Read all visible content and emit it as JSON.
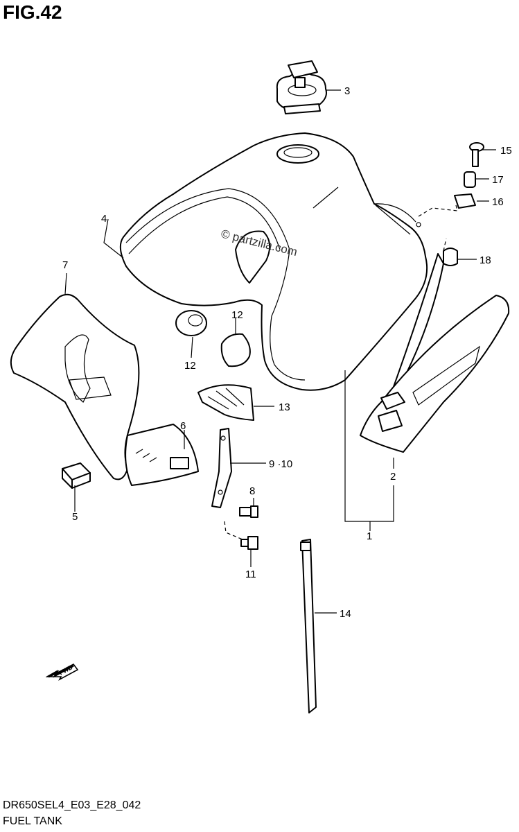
{
  "header": {
    "figure": "FIG.42"
  },
  "footer": {
    "code": "DR650SEL4_E03_E28_042",
    "name": "FUEL TANK"
  },
  "watermark": "© partzilla.com",
  "fwd_badge": {
    "label": "FWD",
    "icon": "forward-arrow-icon"
  },
  "callouts": {
    "c1": "1",
    "c2": "2",
    "c3": "3",
    "c4": "4",
    "c5": "5",
    "c6": "6",
    "c7": "7",
    "c8": "8",
    "c9_10": "9 ·10",
    "c11": "11",
    "c12a": "12",
    "c12b": "12",
    "c13": "13",
    "c14": "14",
    "c15": "15",
    "c16": "16",
    "c17": "17",
    "c18": "18"
  },
  "colors": {
    "line": "#000000",
    "background": "#ffffff"
  }
}
